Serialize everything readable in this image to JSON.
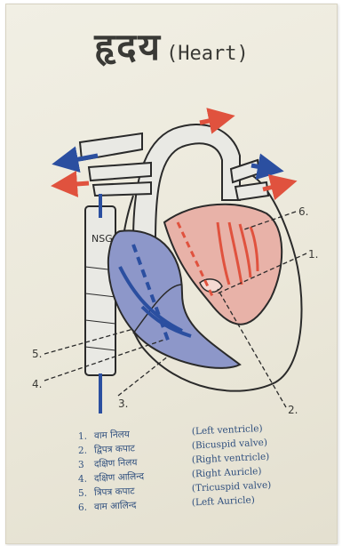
{
  "title": {
    "hindi": "हृदय",
    "english": "(Heart)"
  },
  "vessel_label": "NSG",
  "callouts": [
    {
      "id": "1",
      "text": "1."
    },
    {
      "id": "2",
      "text": "2."
    },
    {
      "id": "3",
      "text": "3."
    },
    {
      "id": "4",
      "text": "4."
    },
    {
      "id": "5",
      "text": "5."
    },
    {
      "id": "6",
      "text": "6."
    }
  ],
  "legend": [
    {
      "num": "1.",
      "hindi": "वाम निलय",
      "english": "(Left ventricle)"
    },
    {
      "num": "2.",
      "hindi": "द्विपत्र कपाट",
      "english": "(Bicuspid valve)"
    },
    {
      "num": "3",
      "hindi": "दक्षिण निलय",
      "english": "(Right ventricle)"
    },
    {
      "num": "4.",
      "hindi": "दक्षिण आलिन्द",
      "english": "(Right Auricle)"
    },
    {
      "num": "5.",
      "hindi": "त्रिपत्र कपाट",
      "english": "(Tricuspid valve)"
    },
    {
      "num": "6.",
      "hindi": "वाम आलिन्द",
      "english": "(Left Auricle)"
    }
  ],
  "colors": {
    "oxygenated": "#e0523e",
    "deoxygenated": "#2b4fa0",
    "left_side_fill": "#e8b2a8",
    "right_side_fill": "#8d97c9",
    "vessel_fill": "#e9e9e4",
    "outline": "#2a2a2a",
    "label_color": "#2f4f7e"
  }
}
